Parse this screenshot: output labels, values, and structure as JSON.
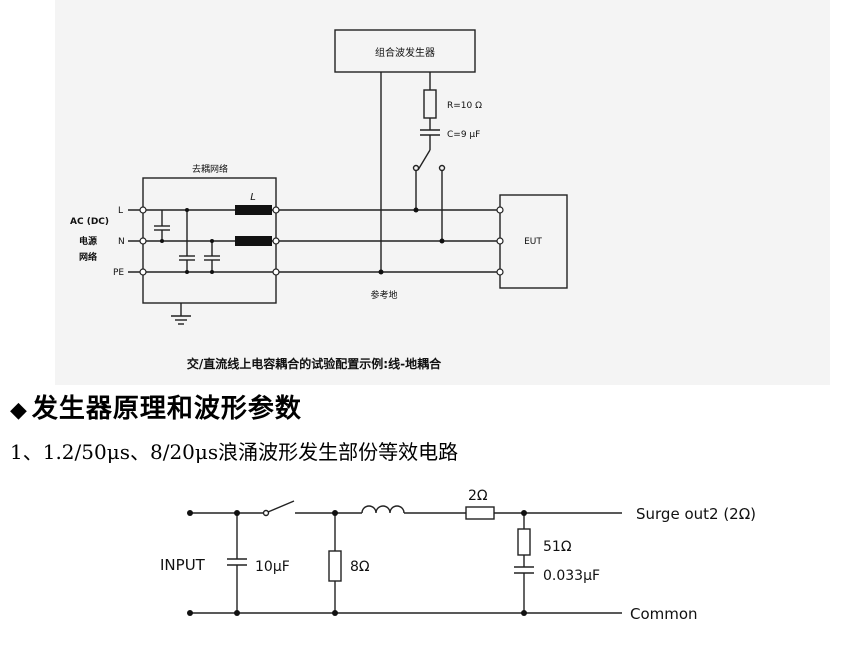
{
  "diagram1": {
    "generator_label": "组合波发生器",
    "resistor_label": "R=10 Ω",
    "capacitor_label": "C=9 μF",
    "decoupling_label": "去耦网络",
    "inductor_label": "L",
    "line_l": "L",
    "line_n": "N",
    "line_pe": "PE",
    "ac_label_1": "AC (DC)",
    "ac_label_2": "电源",
    "ac_label_3": "网络",
    "eut_label": "EUT",
    "ground_label": "参考地",
    "caption": "交/直流线上电容耦合的试验配置示例:线-地耦合"
  },
  "heading": {
    "diamond": "◆",
    "text": "发生器原理和波形参数"
  },
  "subheading": "1、1.2/50μs、8/20μs浪涌波形发生部份等效电路",
  "diagram2": {
    "input_label": "INPUT",
    "cap1_label": "10μF",
    "res1_label": "8Ω",
    "res2_label": "2Ω",
    "res3_label": "51Ω",
    "cap2_label": "0.033μF",
    "output_label": "Surge out2 (2Ω)",
    "common_label": "Common"
  }
}
